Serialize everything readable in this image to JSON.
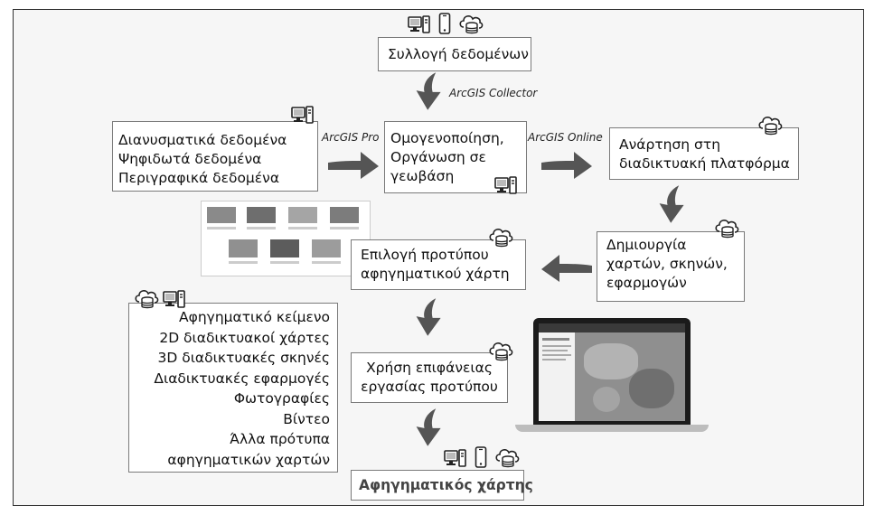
{
  "nodes": {
    "collection": {
      "lines": [
        "Συλλογή δεδομένων"
      ]
    },
    "inputs": {
      "lines": [
        "Διανυσματικά δεδομένα",
        "Ψηφιδωτά δεδομένα",
        "Περιγραφικά δεδομένα"
      ]
    },
    "homogenize": {
      "lines": [
        "Ομογενοποίηση,",
        "Οργάνωση σε",
        "γεωβάση"
      ]
    },
    "upload": {
      "lines": [
        "Ανάρτηση στη",
        "διαδικτυακή πλατφόρμα"
      ]
    },
    "create": {
      "lines": [
        "Δημιουργία",
        "χαρτών, σκηνών,",
        "εφαρμογών"
      ]
    },
    "template": {
      "lines": [
        "Επιλογή προτύπου",
        "αφηγηματικού χάρτη"
      ]
    },
    "content": {
      "lines": [
        "Αφηγηματικό κείμενο",
        "2D διαδικτυακοί χάρτες",
        "3D διαδικτυακές σκηνές",
        "Διαδικτυακές εφαρμογές",
        "Φωτογραφίες",
        "Βίντεο",
        "Άλλα πρότυπα",
        "αφηγηματικών χαρτών"
      ]
    },
    "workspace": {
      "lines": [
        "Χρήση επιφάνειας",
        "εργασίας προτύπου"
      ]
    },
    "storymap": {
      "lines": [
        "Αφηγηματικός χάρτης"
      ]
    }
  },
  "edges": {
    "collector": "ArcGIS Collector",
    "pro": "ArcGIS Pro",
    "online": "ArcGIS Online"
  },
  "icons": [
    "desktop-computer-icon",
    "mobile-phone-icon",
    "cloud-database-icon"
  ],
  "colors": {
    "arrow": "#555555",
    "box_border": "#7a7a7a",
    "title_gray": "#444444"
  }
}
